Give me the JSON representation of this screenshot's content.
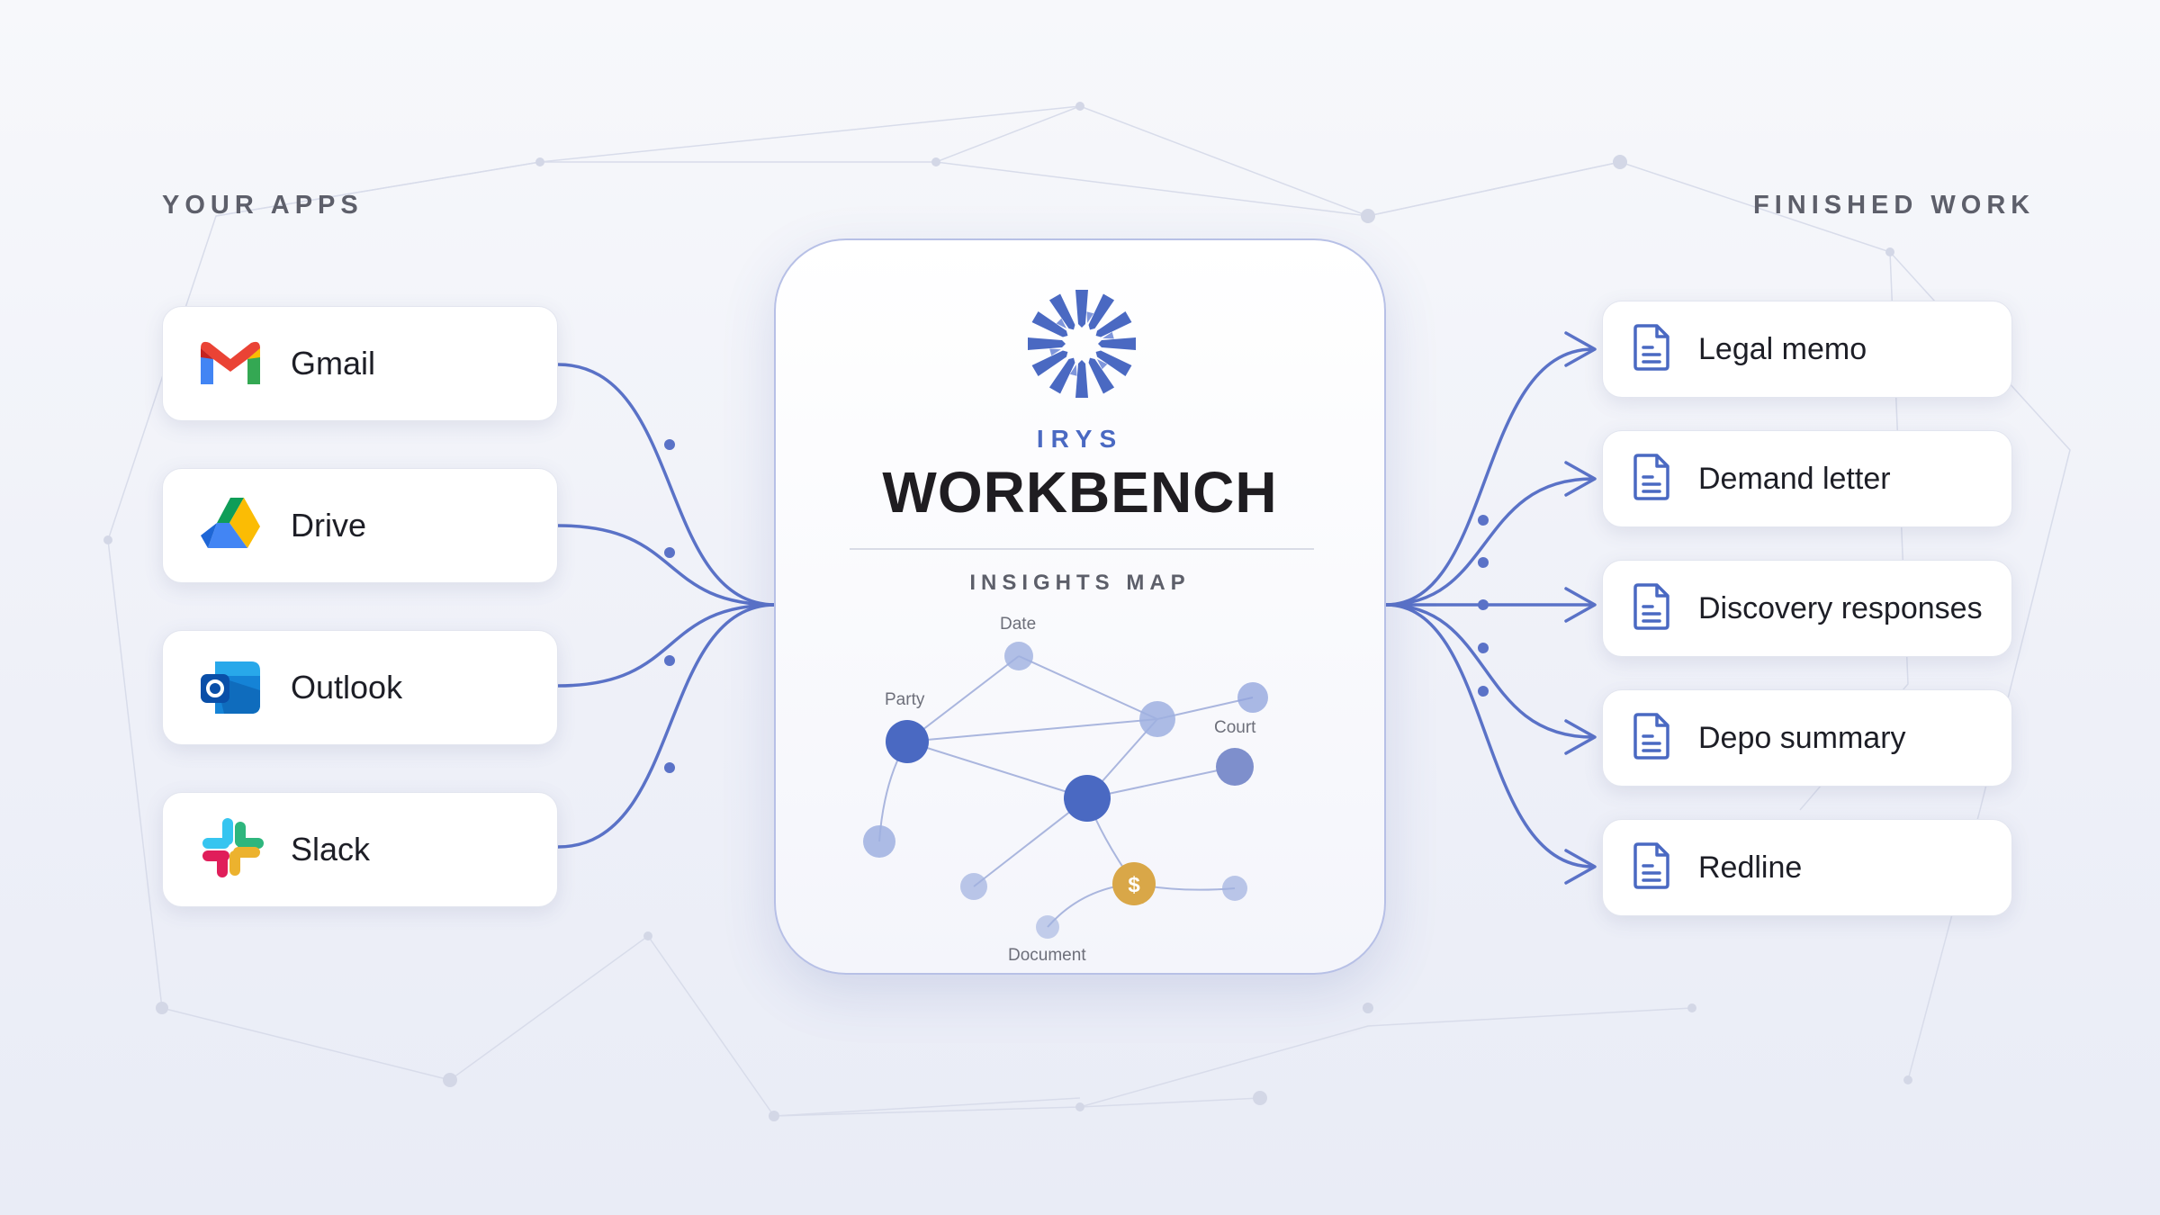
{
  "left_section_title": "YOUR APPS",
  "right_section_title": "FINISHED WORK",
  "apps": [
    {
      "label": "Gmail",
      "icon": "gmail-icon"
    },
    {
      "label": "Drive",
      "icon": "drive-icon"
    },
    {
      "label": "Outlook",
      "icon": "outlook-icon"
    },
    {
      "label": "Slack",
      "icon": "slack-icon"
    }
  ],
  "outputs": [
    {
      "label": "Legal memo",
      "icon": "document-icon"
    },
    {
      "label": "Demand letter",
      "icon": "document-icon"
    },
    {
      "label": "Discovery responses",
      "icon": "document-icon"
    },
    {
      "label": "Depo summary",
      "icon": "document-icon"
    },
    {
      "label": "Redline",
      "icon": "document-icon"
    }
  ],
  "center": {
    "brand_small": "IRYS",
    "brand_big": "WORKBENCH",
    "map_title": "INSIGHTS MAP",
    "map_labels": {
      "date": "Date",
      "party": "Party",
      "court": "Court",
      "document": "Document",
      "dollar": "$"
    }
  },
  "colors": {
    "accent": "#4a69c2",
    "line": "#5a72c7",
    "gold": "#d9a748"
  }
}
